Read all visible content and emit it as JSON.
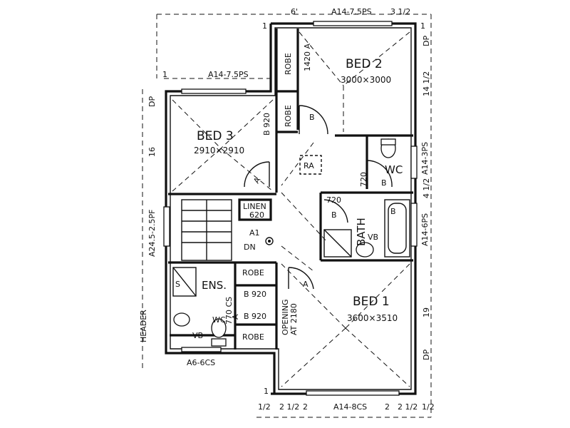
{
  "rooms": {
    "bed1": {
      "name": "BED 1",
      "size": "3600×3510"
    },
    "bed2": {
      "name": "BED 2",
      "size": "3000×3000"
    },
    "bed3": {
      "name": "BED 3",
      "size": "2910×2910"
    },
    "ens": "ENS.",
    "bath": "BATH",
    "wc": "WC",
    "linen": {
      "name": "LINEN",
      "size": "620"
    }
  },
  "labels": {
    "robe": "ROBE",
    "ra": "RA",
    "a": "A",
    "b": "B",
    "s": "S",
    "vb": "VB",
    "wc_small": "WC",
    "dn": "DN",
    "a1": "A1",
    "opening": "OPENING",
    "at_2180": "AT 2180",
    "b920": "B 920",
    "r1420a": "1420 A",
    "d720": "720",
    "d770cs": "770 CS",
    "dp": "DP"
  },
  "windows": {
    "top": "A14-7.5PS",
    "bed3_top": "A14-7.5PS",
    "wc_side": "A14-3PS",
    "bath_side": "A14-6PS",
    "stair_side": "A24.5-2.5PF",
    "bottom": "A14-8CS",
    "ens_bottom": "A6-6CS"
  },
  "dims": {
    "top_6": "6'",
    "top_3half": "3 1/2",
    "right_14half": "14 1/2",
    "right_4half": "4 1/2",
    "right_19": "19",
    "left_1": "1",
    "left_16": "16",
    "left_1b": "1",
    "bot_1half": "1/2",
    "bot_2half": "2 1/2",
    "bot_2": "2",
    "bot_2b": "2",
    "bot_2half_b": "2 1/2",
    "bot_1half_b": "1/2",
    "rt_1": "1",
    "lft_1": "1",
    "header": "HEADER"
  }
}
